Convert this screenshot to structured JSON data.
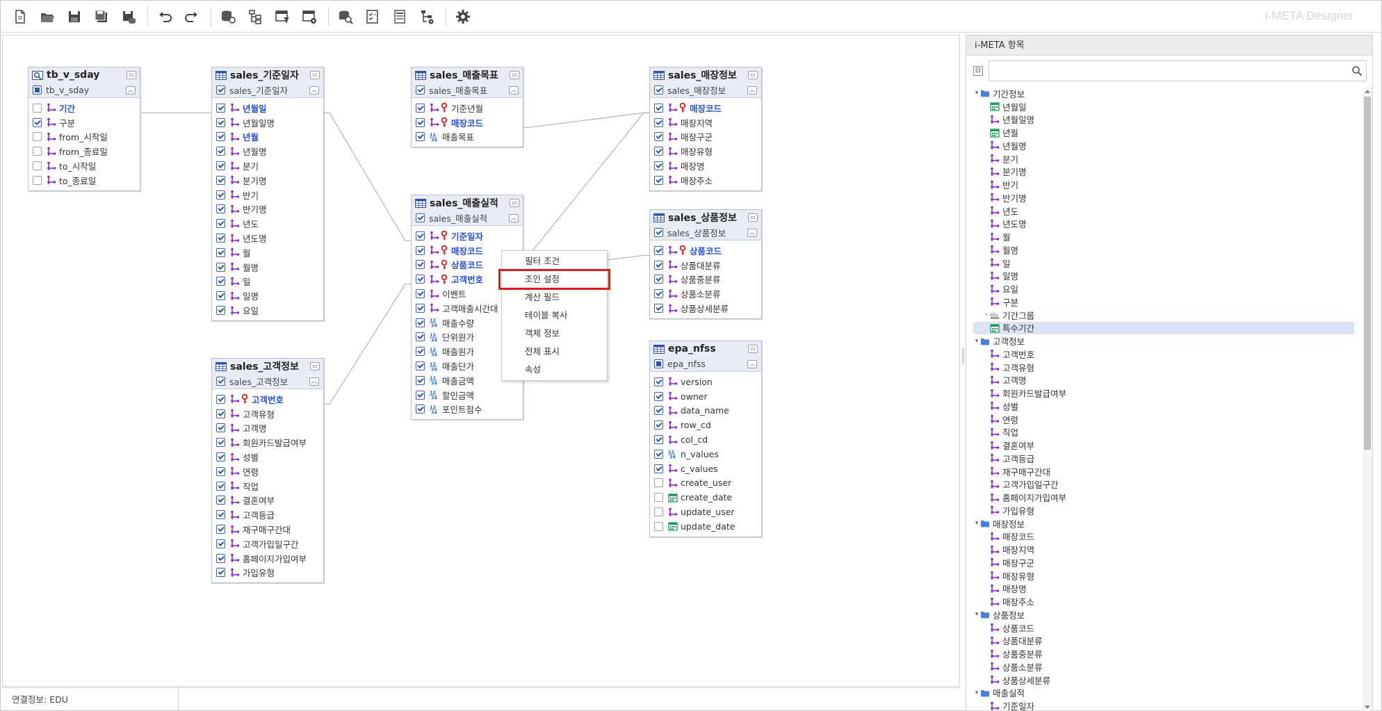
{
  "app": {
    "title": "i-META Designer"
  },
  "toolbar": {
    "buttons": [
      {
        "name": "new-file-icon"
      },
      {
        "name": "open-folder-icon"
      },
      {
        "name": "save-icon"
      },
      {
        "name": "save-all-icon"
      },
      {
        "name": "save-db-icon"
      },
      {
        "name": "undo-icon"
      },
      {
        "name": "redo-icon"
      },
      {
        "name": "db-connect-icon"
      },
      {
        "name": "hierarchy-icon"
      },
      {
        "name": "table-filter-icon"
      },
      {
        "name": "table-settings-icon"
      },
      {
        "name": "db-search-icon"
      },
      {
        "name": "checklist-icon"
      },
      {
        "name": "document-icon"
      },
      {
        "name": "tree-settings-icon"
      },
      {
        "name": "settings-gear-icon"
      }
    ]
  },
  "tables": [
    {
      "id": "tb_v_sday",
      "title": "tb_v_sday",
      "subtitle": "tb_v_sday",
      "icon": "query-icon",
      "subcheck": "fill",
      "fields": [
        {
          "label": "기간",
          "checked": false,
          "icon": "dimension",
          "key": false,
          "bold": true
        },
        {
          "label": "구분",
          "checked": true,
          "icon": "dimension",
          "key": false,
          "bold": false
        },
        {
          "label": "from_시작일",
          "checked": false,
          "icon": "dimension",
          "key": false,
          "bold": false
        },
        {
          "label": "from_종료일",
          "checked": false,
          "icon": "dimension",
          "key": false,
          "bold": false
        },
        {
          "label": "to_시작일",
          "checked": false,
          "icon": "dimension",
          "key": false,
          "bold": false
        },
        {
          "label": "to_종료일",
          "checked": false,
          "icon": "dimension",
          "key": false,
          "bold": false
        }
      ]
    },
    {
      "id": "sales_date",
      "title": "sales_기준일자",
      "subtitle": "sales_기준일자",
      "icon": "table-icon",
      "subcheck": "on",
      "fields": [
        {
          "label": "년월일",
          "checked": true,
          "icon": "dimension",
          "key": false,
          "bold": true
        },
        {
          "label": "년월일명",
          "checked": true,
          "icon": "dimension",
          "key": false,
          "bold": false
        },
        {
          "label": "년월",
          "checked": true,
          "icon": "dimension",
          "key": false,
          "bold": true
        },
        {
          "label": "년월명",
          "checked": true,
          "icon": "dimension",
          "key": false,
          "bold": false
        },
        {
          "label": "분기",
          "checked": true,
          "icon": "dimension",
          "key": false,
          "bold": false
        },
        {
          "label": "분기명",
          "checked": true,
          "icon": "dimension",
          "key": false,
          "bold": false
        },
        {
          "label": "반기",
          "checked": true,
          "icon": "dimension",
          "key": false,
          "bold": false
        },
        {
          "label": "반기명",
          "checked": true,
          "icon": "dimension",
          "key": false,
          "bold": false
        },
        {
          "label": "년도",
          "checked": true,
          "icon": "dimension",
          "key": false,
          "bold": false
        },
        {
          "label": "년도명",
          "checked": true,
          "icon": "dimension",
          "key": false,
          "bold": false
        },
        {
          "label": "월",
          "checked": true,
          "icon": "dimension",
          "key": false,
          "bold": false
        },
        {
          "label": "월명",
          "checked": true,
          "icon": "dimension",
          "key": false,
          "bold": false
        },
        {
          "label": "일",
          "checked": true,
          "icon": "dimension",
          "key": false,
          "bold": false
        },
        {
          "label": "일명",
          "checked": true,
          "icon": "dimension",
          "key": false,
          "bold": false
        },
        {
          "label": "요일",
          "checked": true,
          "icon": "dimension",
          "key": false,
          "bold": false
        }
      ]
    },
    {
      "id": "sales_customer",
      "title": "sales_고객정보",
      "subtitle": "sales_고객정보",
      "icon": "table-icon",
      "subcheck": "on",
      "fields": [
        {
          "label": "고객번호",
          "checked": true,
          "icon": "dimension",
          "key": true,
          "bold": true
        },
        {
          "label": "고객유형",
          "checked": true,
          "icon": "dimension",
          "key": false,
          "bold": false
        },
        {
          "label": "고객명",
          "checked": true,
          "icon": "dimension",
          "key": false,
          "bold": false
        },
        {
          "label": "회원카드발급여부",
          "checked": true,
          "icon": "dimension",
          "key": false,
          "bold": false
        },
        {
          "label": "성별",
          "checked": true,
          "icon": "dimension",
          "key": false,
          "bold": false
        },
        {
          "label": "연령",
          "checked": true,
          "icon": "dimension",
          "key": false,
          "bold": false
        },
        {
          "label": "직업",
          "checked": true,
          "icon": "dimension",
          "key": false,
          "bold": false
        },
        {
          "label": "결혼여부",
          "checked": true,
          "icon": "dimension",
          "key": false,
          "bold": false
        },
        {
          "label": "고객등급",
          "checked": true,
          "icon": "dimension",
          "key": false,
          "bold": false
        },
        {
          "label": "재구매구간대",
          "checked": true,
          "icon": "dimension",
          "key": false,
          "bold": false
        },
        {
          "label": "고객가입일구간",
          "checked": true,
          "icon": "dimension",
          "key": false,
          "bold": false
        },
        {
          "label": "홈페이지가입여부",
          "checked": true,
          "icon": "dimension",
          "key": false,
          "bold": false
        },
        {
          "label": "가입유형",
          "checked": true,
          "icon": "dimension",
          "key": false,
          "bold": false
        }
      ]
    },
    {
      "id": "sales_target",
      "title": "sales_매출목표",
      "subtitle": "sales_매출목표",
      "icon": "table-icon",
      "subcheck": "on",
      "fields": [
        {
          "label": "기준년월",
          "checked": true,
          "icon": "dimension",
          "key": true,
          "bold": false
        },
        {
          "label": "매장코드",
          "checked": true,
          "icon": "dimension",
          "key": true,
          "bold": true
        },
        {
          "label": "매출목표",
          "checked": true,
          "icon": "measure",
          "key": false,
          "bold": false
        }
      ]
    },
    {
      "id": "sales_actual",
      "title": "sales_매출실적",
      "subtitle": "sales_매출실적",
      "icon": "table-icon",
      "subcheck": "on",
      "fields": [
        {
          "label": "기준일자",
          "checked": true,
          "icon": "dimension",
          "key": true,
          "bold": true
        },
        {
          "label": "매장코드",
          "checked": true,
          "icon": "dimension",
          "key": true,
          "bold": true
        },
        {
          "label": "상품코드",
          "checked": true,
          "icon": "dimension",
          "key": true,
          "bold": true
        },
        {
          "label": "고객번호",
          "checked": true,
          "icon": "dimension",
          "key": true,
          "bold": true
        },
        {
          "label": "이벤트",
          "checked": true,
          "icon": "dimension",
          "key": false,
          "bold": false
        },
        {
          "label": "고객매출시간대",
          "checked": true,
          "icon": "dimension",
          "key": false,
          "bold": false
        },
        {
          "label": "매출수량",
          "checked": true,
          "icon": "measure",
          "key": false,
          "bold": false
        },
        {
          "label": "단위원가",
          "checked": true,
          "icon": "measure",
          "key": false,
          "bold": false
        },
        {
          "label": "매출원가",
          "checked": true,
          "icon": "measure",
          "key": false,
          "bold": false
        },
        {
          "label": "매출단가",
          "checked": true,
          "icon": "measure",
          "key": false,
          "bold": false
        },
        {
          "label": "매출금액",
          "checked": true,
          "icon": "measure",
          "key": false,
          "bold": false
        },
        {
          "label": "할인금액",
          "checked": true,
          "icon": "measure",
          "key": false,
          "bold": false
        },
        {
          "label": "포인트점수",
          "checked": true,
          "icon": "measure",
          "key": false,
          "bold": false
        }
      ]
    },
    {
      "id": "sales_store",
      "title": "sales_매장정보",
      "subtitle": "sales_매장정보",
      "icon": "table-icon",
      "subcheck": "on",
      "fields": [
        {
          "label": "매장코드",
          "checked": true,
          "icon": "dimension",
          "key": true,
          "bold": true
        },
        {
          "label": "매장지역",
          "checked": true,
          "icon": "dimension",
          "key": false,
          "bold": false
        },
        {
          "label": "매장구군",
          "checked": true,
          "icon": "dimension",
          "key": false,
          "bold": false
        },
        {
          "label": "매장유형",
          "checked": true,
          "icon": "dimension",
          "key": false,
          "bold": false
        },
        {
          "label": "매장명",
          "checked": true,
          "icon": "dimension",
          "key": false,
          "bold": false
        },
        {
          "label": "매장주소",
          "checked": true,
          "icon": "dimension",
          "key": false,
          "bold": false
        }
      ]
    },
    {
      "id": "sales_product",
      "title": "sales_상품정보",
      "subtitle": "sales_상품정보",
      "icon": "table-icon",
      "subcheck": "on",
      "fields": [
        {
          "label": "상품코드",
          "checked": true,
          "icon": "dimension",
          "key": true,
          "bold": true
        },
        {
          "label": "상품대분류",
          "checked": true,
          "icon": "dimension",
          "key": false,
          "bold": false
        },
        {
          "label": "상품중분류",
          "checked": true,
          "icon": "dimension",
          "key": false,
          "bold": false
        },
        {
          "label": "상품소분류",
          "checked": true,
          "icon": "dimension",
          "key": false,
          "bold": false
        },
        {
          "label": "상품상세분류",
          "checked": true,
          "icon": "dimension",
          "key": false,
          "bold": false
        }
      ]
    },
    {
      "id": "epa_nfss",
      "title": "epa_nfss",
      "subtitle": "epa_nfss",
      "icon": "table-icon",
      "subcheck": "fill",
      "fields": [
        {
          "label": "version",
          "checked": true,
          "icon": "dimension",
          "key": false,
          "bold": false
        },
        {
          "label": "owner",
          "checked": true,
          "icon": "dimension",
          "key": false,
          "bold": false
        },
        {
          "label": "data_name",
          "checked": true,
          "icon": "dimension",
          "key": false,
          "bold": false
        },
        {
          "label": "row_cd",
          "checked": true,
          "icon": "dimension",
          "key": false,
          "bold": false
        },
        {
          "label": "col_cd",
          "checked": true,
          "icon": "dimension",
          "key": false,
          "bold": false
        },
        {
          "label": "n_values",
          "checked": true,
          "icon": "measure",
          "key": false,
          "bold": false
        },
        {
          "label": "c_values",
          "checked": true,
          "icon": "dimension",
          "key": false,
          "bold": false
        },
        {
          "label": "create_user",
          "checked": false,
          "icon": "dimension",
          "key": false,
          "bold": false
        },
        {
          "label": "create_date",
          "checked": false,
          "icon": "calendar",
          "key": false,
          "bold": false
        },
        {
          "label": "update_user",
          "checked": false,
          "icon": "dimension",
          "key": false,
          "bold": false
        },
        {
          "label": "update_date",
          "checked": false,
          "icon": "calendar",
          "key": false,
          "bold": false
        }
      ]
    }
  ],
  "context_menu": {
    "items": [
      "필터 조건",
      "조인 설정",
      "계산 필드",
      "테이블 복사",
      "객체 정보",
      "전체 표시",
      "속성"
    ],
    "selected": 1
  },
  "right_panel": {
    "title": "i-META 항목",
    "search_placeholder": "",
    "collapse_label": "⊟",
    "tree": [
      {
        "label": "기간정보",
        "level": 0,
        "type": "folder",
        "toggle": "▾"
      },
      {
        "label": "년월일",
        "level": 1,
        "type": "calendar"
      },
      {
        "label": "년월일명",
        "level": 1,
        "type": "dimension"
      },
      {
        "label": "년월",
        "level": 1,
        "type": "calendar"
      },
      {
        "label": "년월명",
        "level": 1,
        "type": "dimension"
      },
      {
        "label": "분기",
        "level": 1,
        "type": "dimension"
      },
      {
        "label": "분기명",
        "level": 1,
        "type": "dimension"
      },
      {
        "label": "반기",
        "level": 1,
        "type": "dimension"
      },
      {
        "label": "반기명",
        "level": 1,
        "type": "dimension"
      },
      {
        "label": "년도",
        "level": 1,
        "type": "dimension"
      },
      {
        "label": "년도명",
        "level": 1,
        "type": "dimension"
      },
      {
        "label": "월",
        "level": 1,
        "type": "dimension"
      },
      {
        "label": "월명",
        "level": 1,
        "type": "dimension"
      },
      {
        "label": "일",
        "level": 1,
        "type": "dimension"
      },
      {
        "label": "일명",
        "level": 1,
        "type": "dimension"
      },
      {
        "label": "요일",
        "level": 1,
        "type": "dimension"
      },
      {
        "label": "구분",
        "level": 1,
        "type": "dimension"
      },
      {
        "label": "기간그룹",
        "level": 1,
        "type": "group",
        "toggle": "›"
      },
      {
        "label": "특수기간",
        "level": 1,
        "type": "calendar",
        "selected": true
      },
      {
        "label": "고객정보",
        "level": 0,
        "type": "folder",
        "toggle": "▾"
      },
      {
        "label": "고객번호",
        "level": 1,
        "type": "dimension"
      },
      {
        "label": "고객유형",
        "level": 1,
        "type": "dimension"
      },
      {
        "label": "고객명",
        "level": 1,
        "type": "dimension"
      },
      {
        "label": "회원카드발급여부",
        "level": 1,
        "type": "dimension"
      },
      {
        "label": "성별",
        "level": 1,
        "type": "dimension"
      },
      {
        "label": "연령",
        "level": 1,
        "type": "dimension"
      },
      {
        "label": "직업",
        "level": 1,
        "type": "dimension"
      },
      {
        "label": "결혼여부",
        "level": 1,
        "type": "dimension"
      },
      {
        "label": "고객등급",
        "level": 1,
        "type": "dimension"
      },
      {
        "label": "재구매구간대",
        "level": 1,
        "type": "dimension"
      },
      {
        "label": "고객가입일구간",
        "level": 1,
        "type": "dimension"
      },
      {
        "label": "홈페이지가입여부",
        "level": 1,
        "type": "dimension"
      },
      {
        "label": "가입유형",
        "level": 1,
        "type": "dimension"
      },
      {
        "label": "매장정보",
        "level": 0,
        "type": "folder",
        "toggle": "▾"
      },
      {
        "label": "매장코드",
        "level": 1,
        "type": "dimension"
      },
      {
        "label": "매장지역",
        "level": 1,
        "type": "dimension"
      },
      {
        "label": "매장구군",
        "level": 1,
        "type": "dimension"
      },
      {
        "label": "매장유형",
        "level": 1,
        "type": "dimension"
      },
      {
        "label": "매장명",
        "level": 1,
        "type": "dimension"
      },
      {
        "label": "매장주소",
        "level": 1,
        "type": "dimension"
      },
      {
        "label": "상품정보",
        "level": 0,
        "type": "folder",
        "toggle": "▾"
      },
      {
        "label": "상품코드",
        "level": 1,
        "type": "dimension"
      },
      {
        "label": "상품대분류",
        "level": 1,
        "type": "dimension"
      },
      {
        "label": "상품중분류",
        "level": 1,
        "type": "dimension"
      },
      {
        "label": "상품소분류",
        "level": 1,
        "type": "dimension"
      },
      {
        "label": "상품상세분류",
        "level": 1,
        "type": "dimension"
      },
      {
        "label": "매출실적",
        "level": 0,
        "type": "folder",
        "toggle": "▾"
      },
      {
        "label": "기준일자",
        "level": 1,
        "type": "dimension"
      }
    ]
  },
  "status": {
    "connection": "연결정보: EDU"
  },
  "colors": {
    "key": "#2a52c9",
    "dimension_icon": "#8b2fc9",
    "measure_icon": "#2c68c8",
    "calendar_icon": "#1f9a5a",
    "highlight": "#e01a1a",
    "folder": "#4a7fd9"
  }
}
